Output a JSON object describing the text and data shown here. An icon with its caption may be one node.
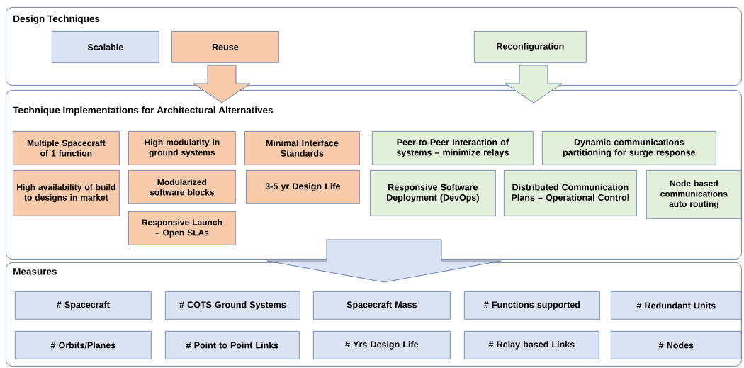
{
  "diagram": {
    "nodes": [
      {
        "text": [
          "Design Techniques"
        ]
      },
      {
        "text": [
          "Scalable"
        ],
        "in": 0
      },
      {
        "text": [
          "Reuse"
        ],
        "in": 0
      },
      {
        "text": [
          "Reconfiguration"
        ],
        "in": 0
      },
      {
        "text": [
          "Technique Implementations for Architectural Alternatives"
        ]
      },
      {
        "text": [
          "Multiple Spacecraft of 1 function"
        ],
        "in": 4
      },
      {
        "text": [
          "High modularity in ground systems"
        ],
        "in": 4
      },
      {
        "text": [
          "Minimal Interface Standards"
        ],
        "in": 4
      },
      {
        "text": [
          "Peer-to-Peer Interaction of systems – minimize relays"
        ],
        "in": 4
      },
      {
        "text": [
          "Dynamic communications partitioning for surge response"
        ],
        "in": 4
      },
      {
        "text": [
          "High availability of build to designs in market"
        ],
        "in": 4
      },
      {
        "text": [
          "Modularized software blocks"
        ],
        "in": 4
      },
      {
        "text": [
          "3-5 yr Design Life"
        ],
        "in": 4
      },
      {
        "text": [
          "Responsive Software Deployment (DevOps)"
        ],
        "in": 4
      },
      {
        "text": [
          "Distributed Communication Plans – Operational Control"
        ],
        "in": 4
      },
      {
        "text": [
          "Node based communications auto routing"
        ],
        "in": 4
      },
      {
        "text": [
          "Responsive Launch – Open SLAs"
        ],
        "in": 4
      },
      {
        "text": [
          "Measures"
        ]
      },
      {
        "text": [
          "# Spacecraft"
        ],
        "in": 17
      },
      {
        "text": [
          "# COTS Ground Systems"
        ],
        "in": 17
      },
      {
        "text": [
          "Spacecraft Mass"
        ],
        "in": 17
      },
      {
        "text": [
          "# Functions supported"
        ],
        "in": 17
      },
      {
        "text": [
          "# Redundant Units"
        ],
        "in": 17
      },
      {
        "text": [
          "# Orbits/Planes"
        ],
        "in": 17
      },
      {
        "text": [
          "# Point to Point Links"
        ],
        "in": 17
      },
      {
        "text": [
          "# Yrs Design Life"
        ],
        "in": 17
      },
      {
        "text": [
          "# Relay based Links"
        ],
        "in": 17
      },
      {
        "text": [
          "# Nodes"
        ],
        "in": 17
      }
    ],
    "edges": [
      {
        "from": 2,
        "to": 4,
        "arrow": "to",
        "color": "#f8cbad"
      },
      {
        "from": 3,
        "to": 4,
        "arrow": "to",
        "color": "#e2efda"
      },
      {
        "from": 4,
        "to": 17,
        "arrow": "to",
        "color": "#dae3f3"
      }
    ]
  }
}
